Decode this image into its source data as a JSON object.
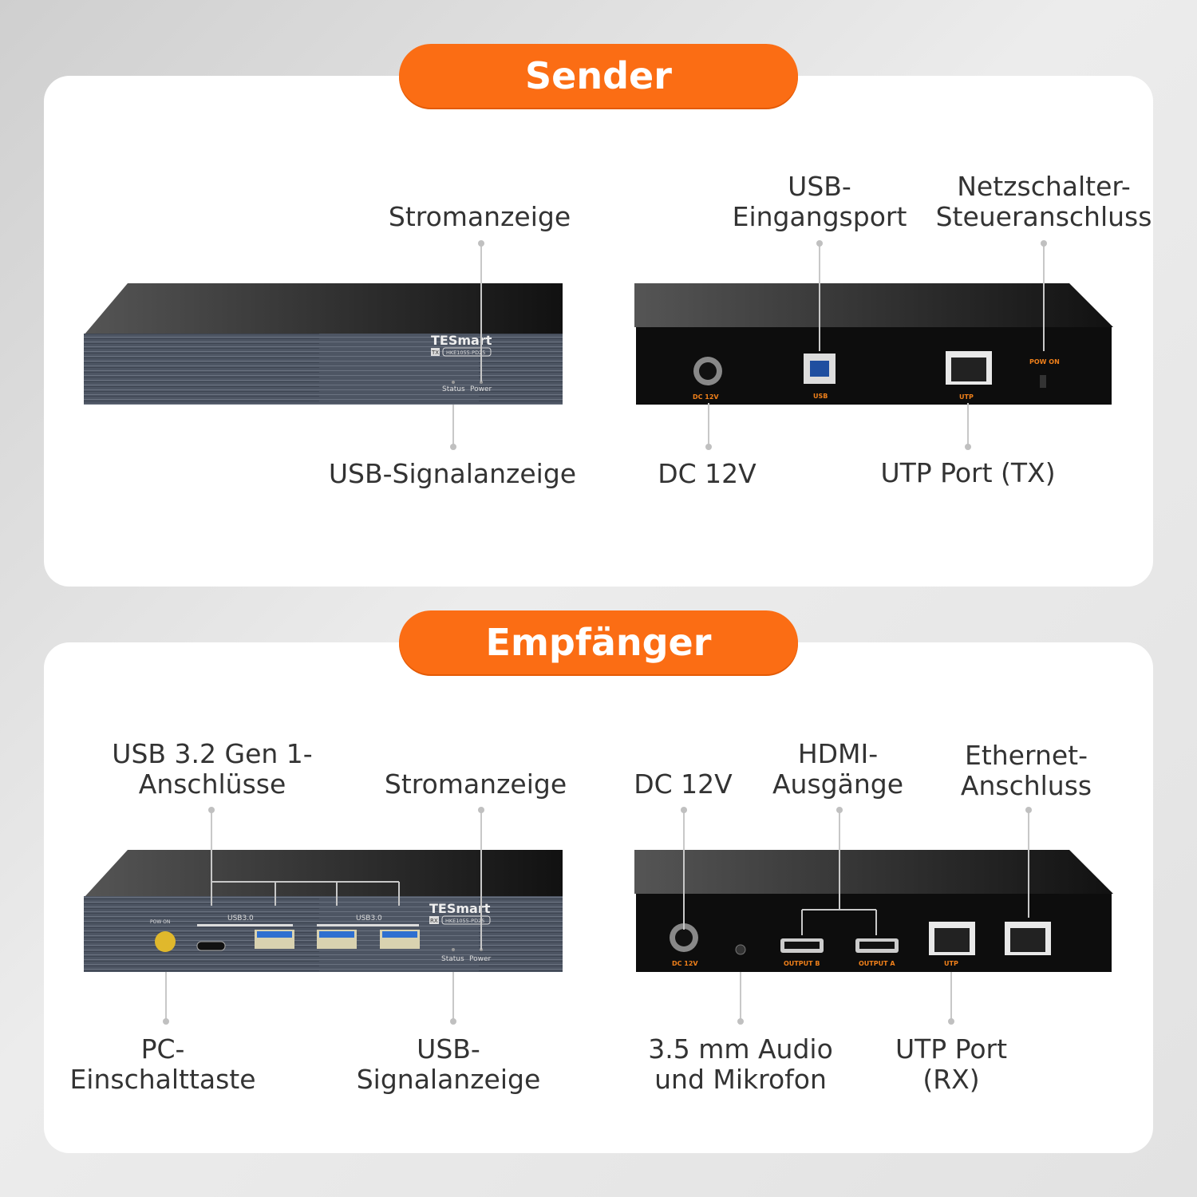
{
  "sender": {
    "title": "Sender",
    "labels": {
      "power_indicator": "Stromanzeige",
      "usb_input": "USB-\nEingangsport",
      "power_switch": "Netzschalter-\nSteueranschluss",
      "usb_signal": "USB-Signalanzeige",
      "dc": "DC 12V",
      "utp": "UTP Port (TX)"
    },
    "device": {
      "brand": "TESmart",
      "badge": "TX",
      "model": "HKE1055-PD25",
      "status": "Status",
      "power": "Power",
      "port_dc": "DC 12V",
      "port_usb": "USB",
      "port_utp": "UTP",
      "port_pow": "POW ON"
    }
  },
  "receiver": {
    "title": "Empfänger",
    "labels": {
      "usb_ports": "USB 3.2 Gen 1-\nAnschlüsse",
      "power_indicator": "Stromanzeige",
      "dc": "DC 12V",
      "hdmi": "HDMI-\nAusgänge",
      "ethernet": "Ethernet-\nAnschluss",
      "pc_power": "PC-\nEinschalttaste",
      "usb_signal": "USB-\nSignalanzeige",
      "audio": "3.5 mm Audio\nund Mikrofon",
      "utp": "UTP Port\n(RX)"
    },
    "device": {
      "brand": "TESmart",
      "badge": "RX",
      "model": "HKE1055-PD25",
      "status": "Status",
      "power": "Power",
      "usb_group": "USB3.0",
      "pow": "POW ON",
      "port_dc": "DC 12V",
      "out_b": "OUTPUT B",
      "out_a": "OUTPUT A",
      "port_utp": "UTP"
    }
  },
  "colors": {
    "accent": "#fb6d14",
    "card": "#ffffff",
    "text": "#333333"
  }
}
